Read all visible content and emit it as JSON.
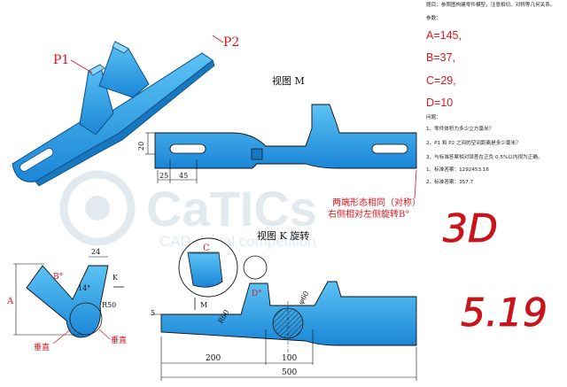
{
  "labels": {
    "p1": "P1",
    "p2": "P2",
    "view_m": "视图 M",
    "view_k": "视图 K 旋转",
    "dim_20": "20",
    "dim_25": "25",
    "dim_45": "45",
    "note_line1": "两端形态相同（对称）",
    "note_line2": "右侧相对左侧旋转B°",
    "dim_24": "24",
    "dim_14": "14°",
    "dim_b": "B°",
    "dim_a": "A",
    "dim_r50": "R50",
    "arrow_k": "K",
    "perp_left": "垂直",
    "perp_right": "垂直",
    "dim_c": "C",
    "dim_d": "D°",
    "dim_r60": "R60",
    "arrow_m": "M",
    "dim_5": "5",
    "dim_phi60": "φ60",
    "dim_200": "200",
    "dim_100": "100",
    "dim_500": "500",
    "watermark": "CaTICs",
    "watermark_sub": "CAD digital competition"
  },
  "question": {
    "intro": "题目：参照图构建零件模型，注意相切、对称等几何关系。",
    "params_title": "参数：",
    "params": [
      "A=145,",
      "B=37,",
      "C=29,",
      "D=10"
    ],
    "questions_title": "问题：",
    "q1": "1、零件体积为多少立方毫米？",
    "q2": "2、P1 和 P2 之间的空间距离是多少毫米？",
    "note": "3、与标准答案相对误差在正负 0.5%以内视为正确。",
    "ans1": "1、标准答案：1292453.16",
    "ans2": "2、标准答案：357.7"
  },
  "handwriting": {
    "line1": "3D",
    "line2": "5.19"
  },
  "colors": {
    "part_fill": "#2fa8ec",
    "part_dark": "#1777bf",
    "dim_red": "#d9161e",
    "line": "#111111",
    "handwriting": "#c8141a"
  }
}
